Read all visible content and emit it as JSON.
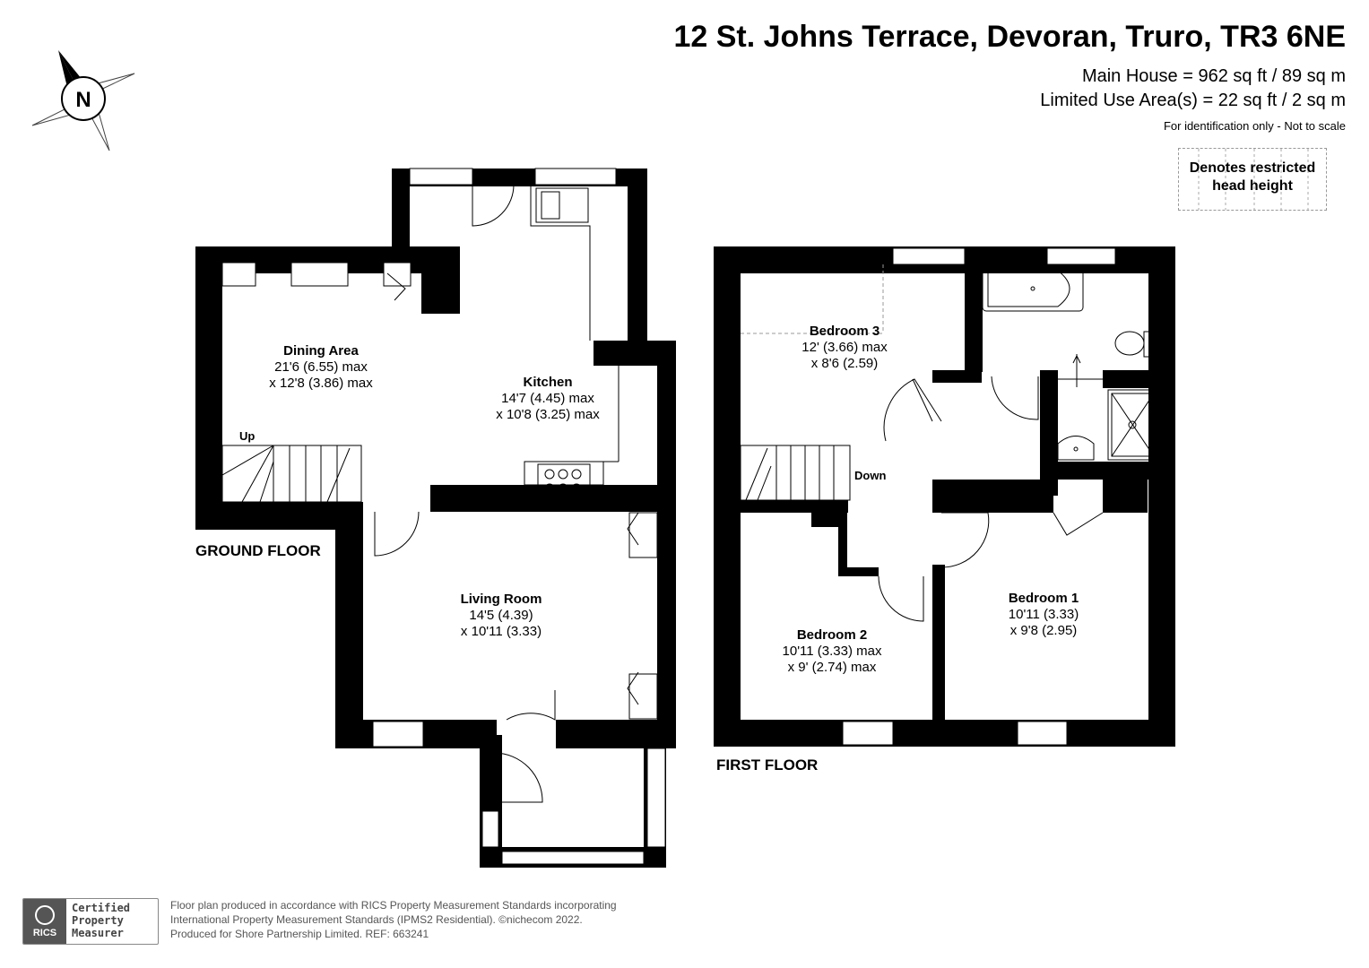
{
  "header": {
    "title": "12 St. Johns Terrace, Devoran, Truro, TR3 6NE",
    "main_house": "Main House = 962 sq ft / 89 sq m",
    "limited_use": "Limited Use Area(s) = 22 sq ft / 2 sq m",
    "note": "For identification only - Not to scale"
  },
  "legend": {
    "line1": "Denotes restricted",
    "line2": "head height"
  },
  "compass": {
    "letter": "N"
  },
  "ground_floor": {
    "label": "GROUND FLOOR",
    "stairs_label": "Up",
    "rooms": [
      {
        "name": "Dining Area",
        "dim1": "21'6 (6.55) max",
        "dim2": "x 12'8 (3.86) max"
      },
      {
        "name": "Kitchen",
        "dim1": "14'7 (4.45) max",
        "dim2": "x 10'8 (3.25) max"
      },
      {
        "name": "Living Room",
        "dim1": "14'5 (4.39)",
        "dim2": "x 10'11 (3.33)"
      }
    ]
  },
  "first_floor": {
    "label": "FIRST FLOOR",
    "stairs_label": "Down",
    "rooms": [
      {
        "name": "Bedroom 3",
        "dim1": "12' (3.66) max",
        "dim2": "x 8'6 (2.59)"
      },
      {
        "name": "Bedroom 1",
        "dim1": "10'11 (3.33)",
        "dim2": "x 9'8 (2.95)"
      },
      {
        "name": "Bedroom 2",
        "dim1": "10'11 (3.33) max",
        "dim2": "x 9' (2.74) max"
      }
    ]
  },
  "footer": {
    "badge_org": "RICS",
    "badge_line1": "Certified",
    "badge_line2": "Property",
    "badge_line3": "Measurer",
    "line1": "Floor plan produced in accordance with RICS Property Measurement Standards incorporating",
    "line2": "International Property Measurement Standards (IPMS2 Residential).  ©nichecom 2022.",
    "line3": "Produced for Shore Partnership Limited.   REF:  663241"
  }
}
